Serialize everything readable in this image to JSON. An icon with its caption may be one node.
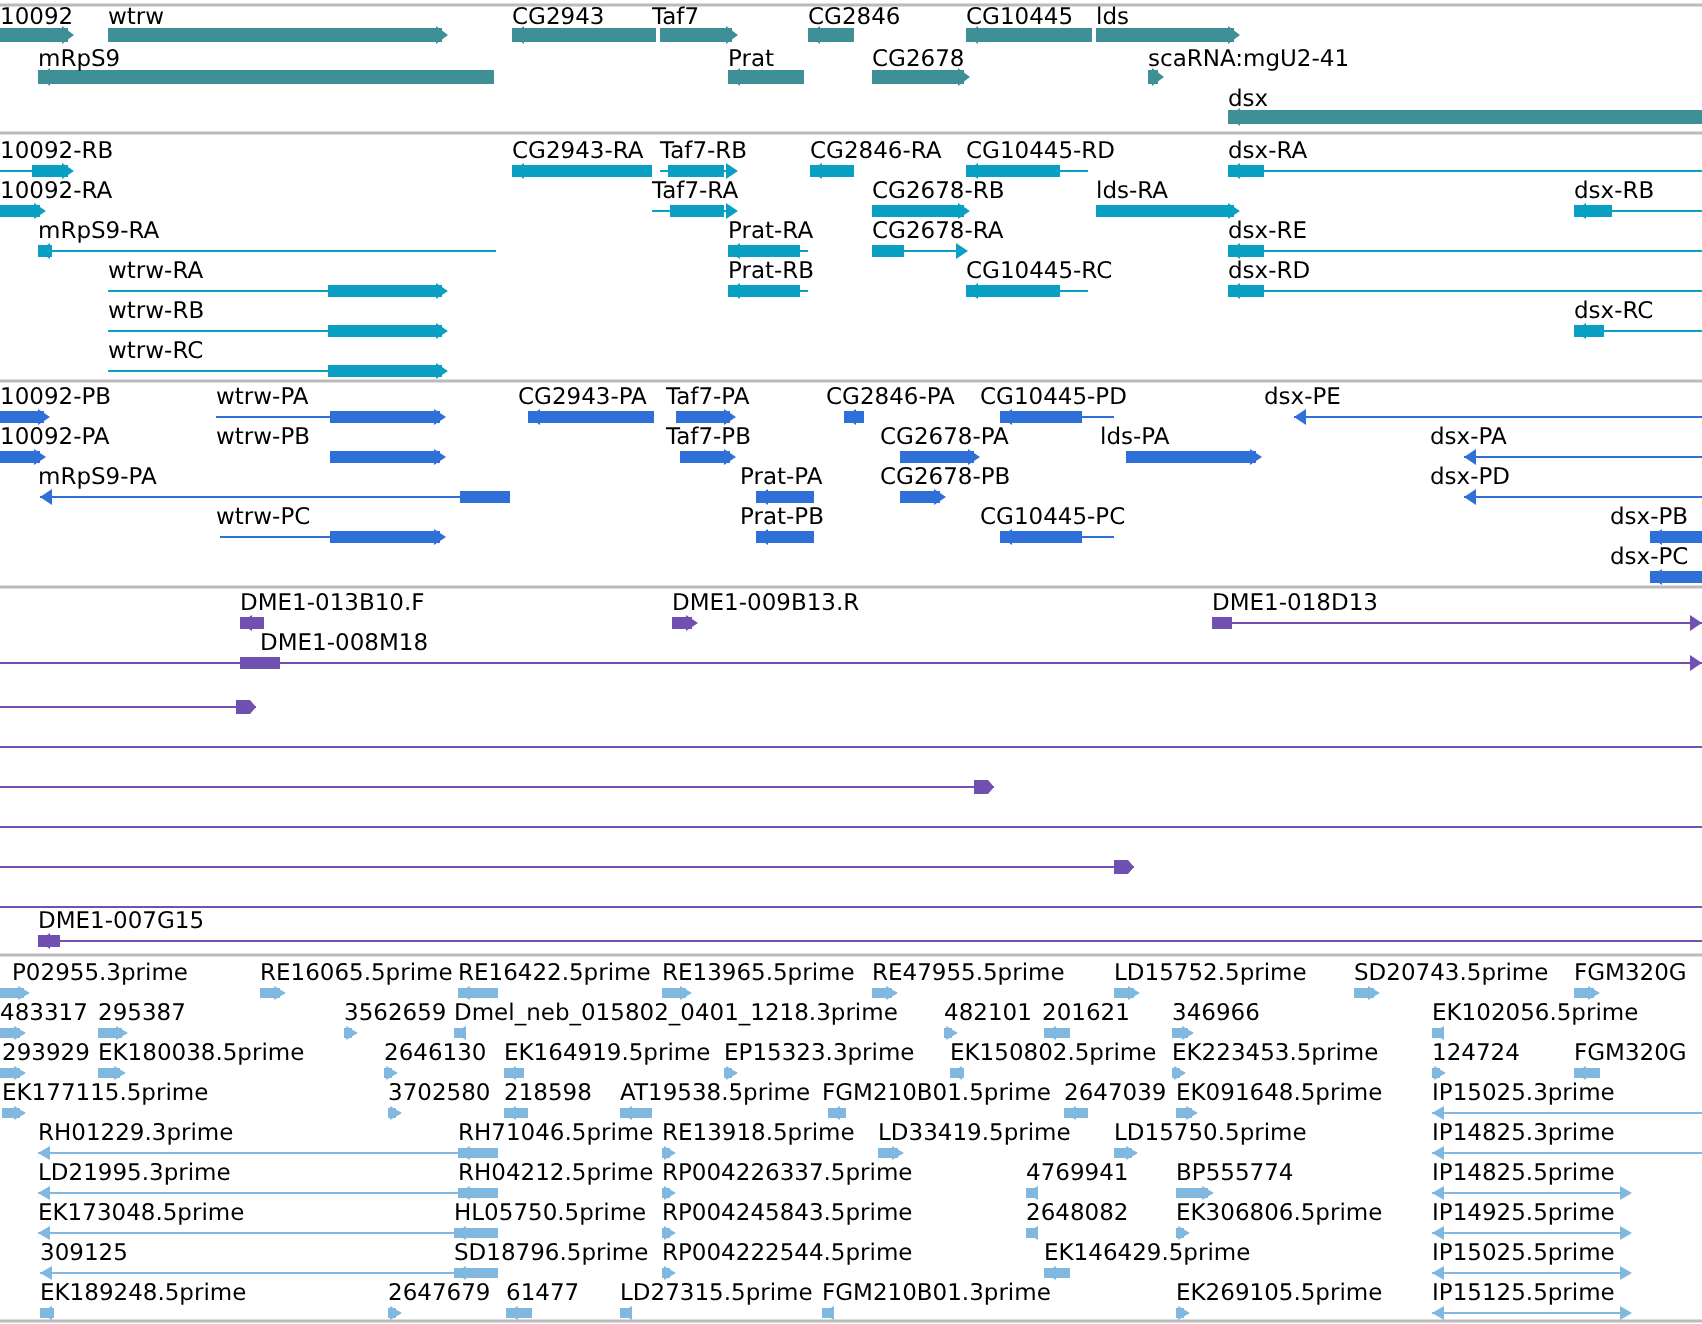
{
  "diagram": {
    "labels": [
      "10092",
      "wtrw",
      "CG2943",
      "Taf7",
      "CG2846",
      "CG10445",
      "lds",
      "mRpS9",
      "Prat",
      "CG2678",
      "scaRNA:mgU2-41",
      "dsx",
      "10092-RB",
      "CG2943-RA",
      "Taf7-RB",
      "CG2846-RA",
      "CG10445-RD",
      "dsx-RA",
      "10092-RA",
      "Taf7-RA",
      "CG2678-RB",
      "lds-RA",
      "dsx-RB",
      "mRpS9-RA",
      "Prat-RA",
      "CG2678-RA",
      "dsx-RE",
      "wtrw-RA",
      "Prat-RB",
      "CG10445-RC",
      "dsx-RD",
      "wtrw-RB",
      "dsx-RC",
      "wtrw-RC",
      "10092-PB",
      "wtrw-PA",
      "CG2943-PA",
      "Taf7-PA",
      "CG2846-PA",
      "CG10445-PD",
      "dsx-PE",
      "10092-PA",
      "wtrw-PB",
      "Taf7-PB",
      "CG2678-PA",
      "lds-PA",
      "dsx-PA",
      "mRpS9-PA",
      "Prat-PA",
      "CG2678-PB",
      "dsx-PD",
      "wtrw-PC",
      "Prat-PB",
      "CG10445-PC",
      "dsx-PB",
      "dsx-PC",
      "DME1-013B10.F",
      "DME1-009B13.R",
      "DME1-018D13",
      "DME1-008M18",
      "DME1-007G15",
      "P02955.3prime",
      "RE16065.5prime",
      "RE16422.5prime",
      "RE13965.5prime",
      "RE47955.5prime",
      "LD15752.5prime",
      "SD20743.5prime",
      "FGM320G",
      "483317",
      "295387",
      "3562659",
      "Dmel_neb_015802_0401_1218.3prime",
      "482101",
      "201621",
      "346966",
      "EK102056.5prime",
      "293929",
      "EK180038.5prime",
      "2646130",
      "EK164919.5prime",
      "EP15323.3prime",
      "EK150802.5prime",
      "EK223453.5prime",
      "124724",
      "FGM320G",
      "EK177115.5prime",
      "3702580",
      "218598",
      "AT19538.5prime",
      "FGM210B01.5prime",
      "2647039",
      "EK091648.5prime",
      "IP15025.3prime",
      "RH01229.3prime",
      "RH71046.5prime",
      "RE13918.5prime",
      "LD33419.5prime",
      "LD15750.5prime",
      "IP14825.3prime",
      "LD21995.3prime",
      "RH04212.5prime",
      "RP004226337.5prime",
      "4769941",
      "BP555774",
      "IP14825.5prime",
      "EK173048.5prime",
      "HL05750.5prime",
      "RP004245843.5prime",
      "2648082",
      "EK306806.5prime",
      "IP14925.5prime",
      "309125",
      "SD18796.5prime",
      "RP004222544.5prime",
      "EK146429.5prime",
      "IP15025.5prime",
      "EK189248.5prime",
      "2647679",
      "61477",
      "LD27315.5prime",
      "FGM210B01.3prime",
      "EK269105.5prime",
      "IP15125.5prime"
    ]
  }
}
